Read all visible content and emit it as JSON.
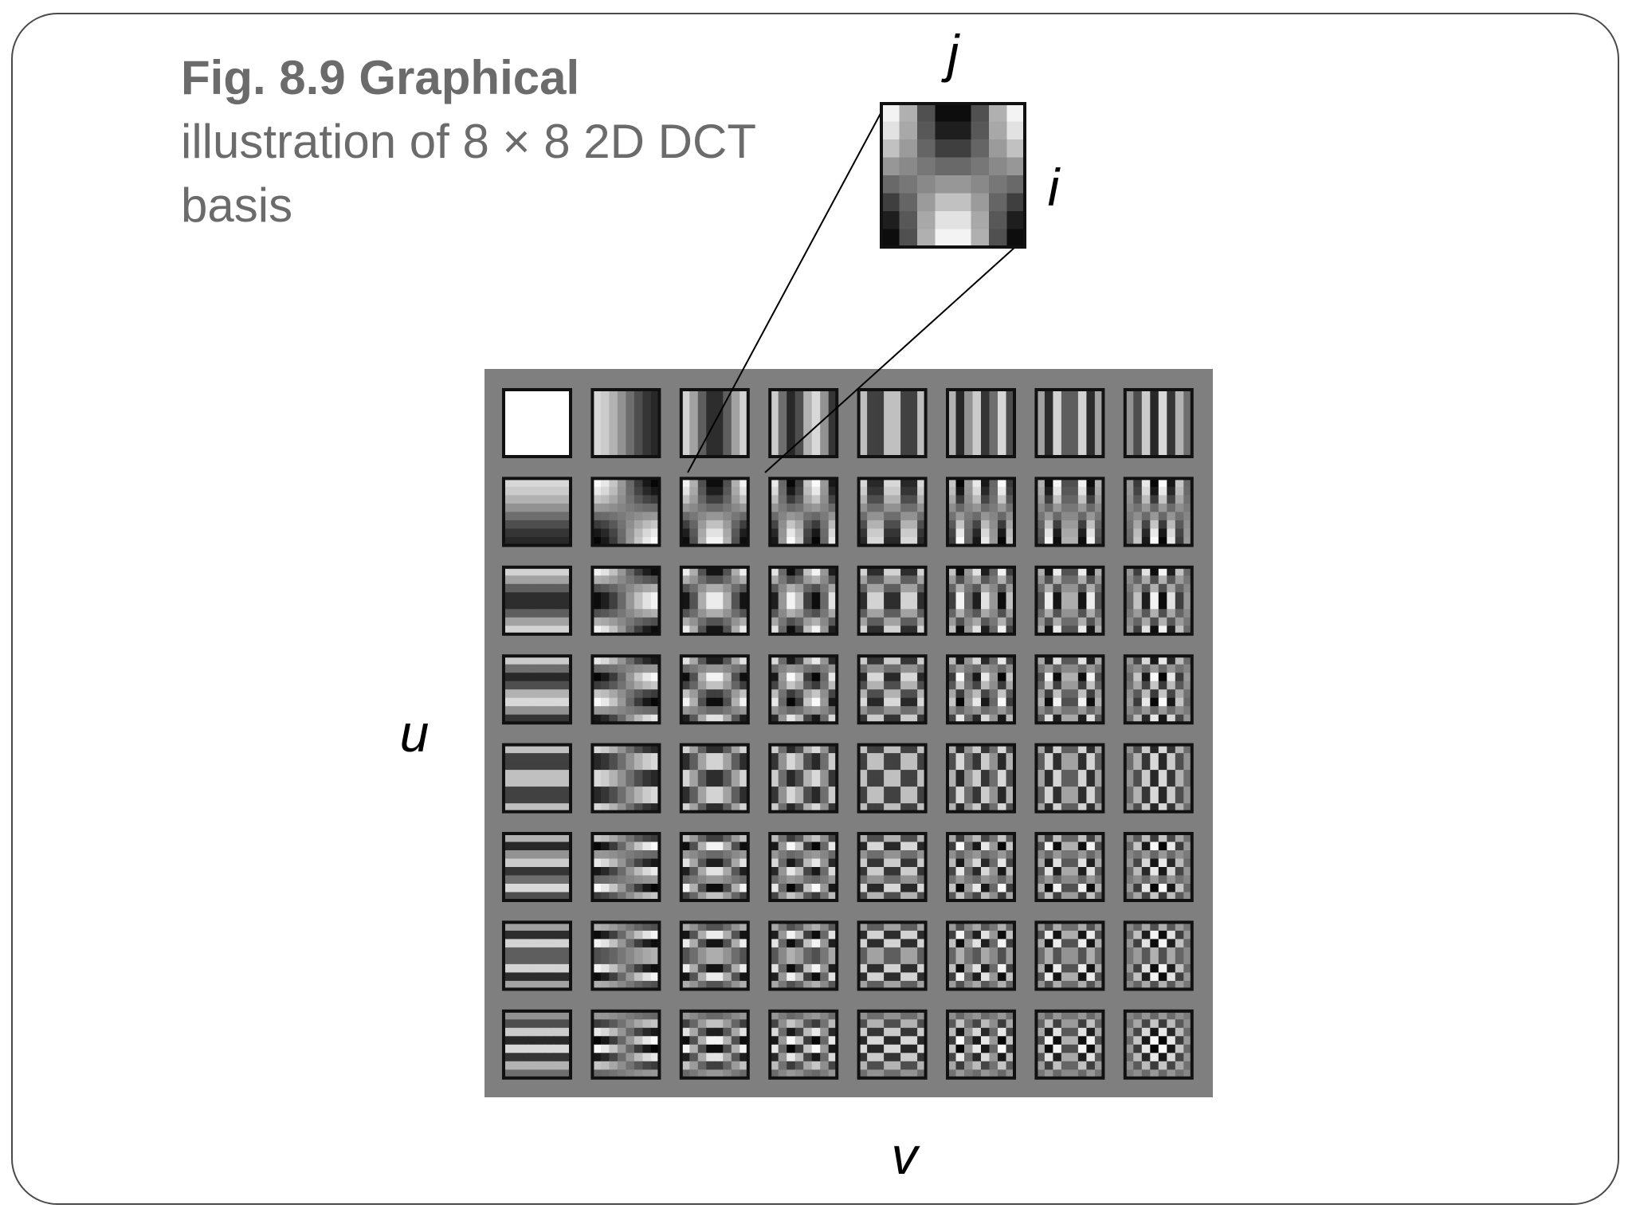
{
  "caption": {
    "title": "Fig. 8.9 Graphical",
    "text": "illustration of 8 × 8 2D DCT basis"
  },
  "axes": {
    "row_label": "u",
    "col_label": "v",
    "zoom_col_label": "j",
    "zoom_row_label": "i"
  },
  "grid": {
    "rows": 8,
    "cols": 8,
    "block_size": 8,
    "zoomed_basis": {
      "u": 1,
      "v": 2
    }
  },
  "colors": {
    "caption_text": "#6b6b6b",
    "panel_background": "#7f7f7f",
    "frame_border": "#4a4a4a",
    "cell_border": "#111111"
  }
}
